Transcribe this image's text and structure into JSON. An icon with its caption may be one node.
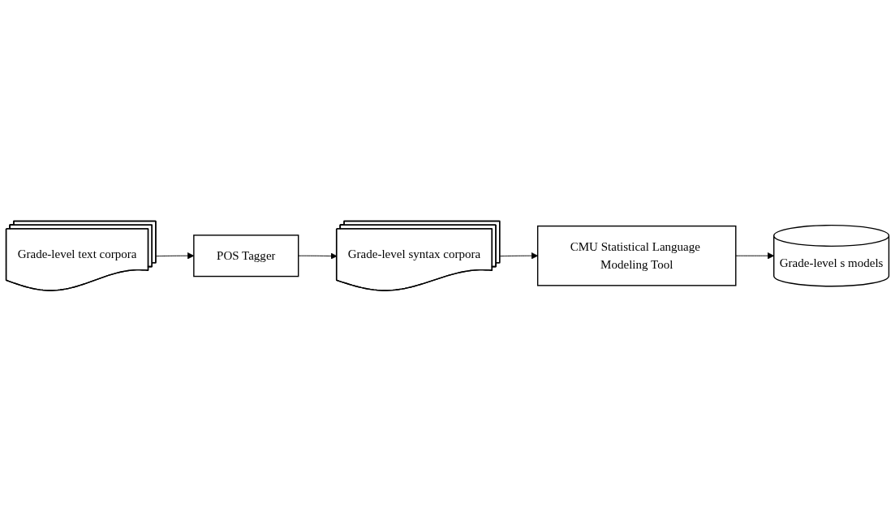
{
  "diagram": {
    "nodes": [
      {
        "text": [
          "Grade-level text corpora"
        ]
      },
      {
        "text": [
          "POS Tagger"
        ]
      },
      {
        "text": [
          "Grade-level syntax corpora"
        ]
      },
      {
        "text": [
          "CMU Statistical Language Modeling Tool"
        ]
      },
      {
        "text": [
          "Grade-level s models"
        ]
      }
    ],
    "edges": [
      {
        "from": 0,
        "to": 1,
        "arrow": "to"
      },
      {
        "from": 1,
        "to": 2,
        "arrow": "to"
      },
      {
        "from": 2,
        "to": 3,
        "arrow": "to"
      },
      {
        "from": 3,
        "to": 4,
        "arrow": "to"
      }
    ]
  }
}
